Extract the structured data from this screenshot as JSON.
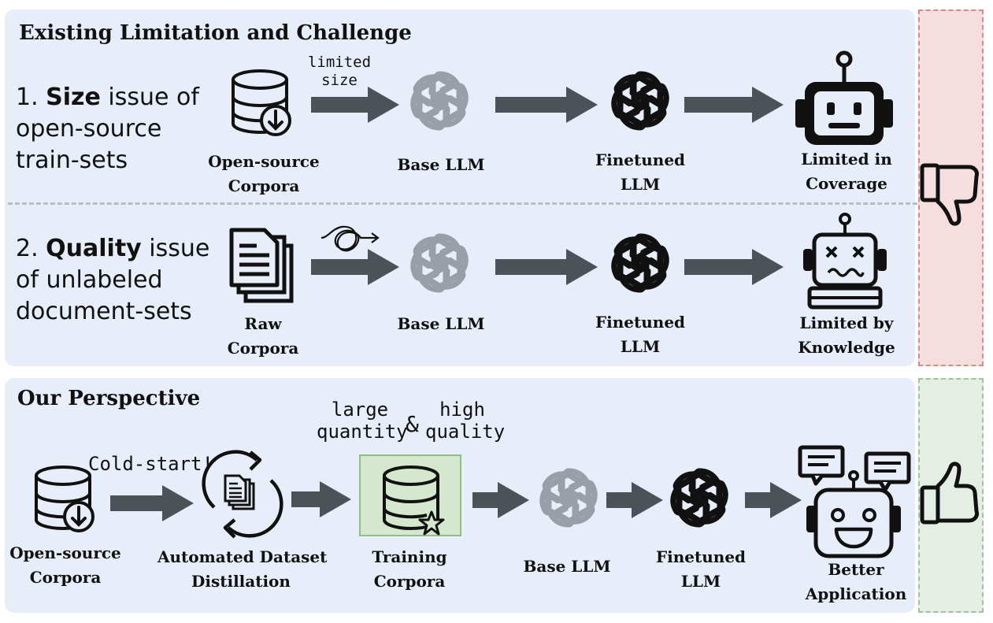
{
  "top_panel": {
    "title": "Existing Limitation and Challenge",
    "issue1": {
      "number": "1.",
      "bold": "Size",
      "rest": "issue of",
      "line2": "open-source",
      "line3": "train-sets"
    },
    "issue1_flow": {
      "source": [
        "Open-source",
        "Corpora"
      ],
      "arrow_note": [
        "limited",
        "size"
      ],
      "base": "Base LLM",
      "finetuned": [
        "Finetuned",
        "LLM"
      ],
      "result": [
        "Limited in",
        "Coverage"
      ]
    },
    "issue2": {
      "number": "2.",
      "bold": "Quality",
      "rest": "issue",
      "line2": "of unlabeled",
      "line3": "document-sets"
    },
    "issue2_flow": {
      "source": [
        "Raw",
        "Corpora"
      ],
      "base": "Base LLM",
      "finetuned": [
        "Finetuned",
        "LLM"
      ],
      "result": [
        "Limited by",
        "Knowledge"
      ]
    }
  },
  "bottom_panel": {
    "title": "Our Perspective",
    "cold_start": "Cold-start!",
    "quality_note": {
      "left1": "large",
      "left2": "quantity",
      "amp": "&",
      "right1": "high",
      "right2": "quality"
    },
    "flow": {
      "source": [
        "Open-source",
        "Corpora"
      ],
      "distill": [
        "Automated Dataset",
        "Distillation"
      ],
      "training": [
        "Training",
        "Corpora"
      ],
      "base": "Base LLM",
      "finetuned": [
        "Finetuned",
        "LLM"
      ],
      "result": [
        "Better",
        "Application"
      ]
    }
  },
  "icons": {
    "database": "database-download-icon",
    "documents": "documents-stack-icon",
    "openai_gray": "openai-logo-gray-icon",
    "openai_black": "openai-logo-black-icon",
    "robot_neutral": "robot-neutral-icon",
    "robot_broken": "robot-dizzy-icon",
    "robot_happy": "robot-happy-chat-icon",
    "thumbs_down": "thumbs-down-icon",
    "thumbs_up": "thumbs-up-icon",
    "cycle": "refresh-cycle-icon",
    "db_star": "database-star-icon",
    "tangle": "tangled-arrow-icon"
  },
  "colors": {
    "panel_bg": "#e8eef9",
    "arrow": "#4d5259",
    "negative_bg": "#f6dede",
    "positive_bg": "#e4eee2",
    "highlight_box": "#d3e8cc"
  }
}
